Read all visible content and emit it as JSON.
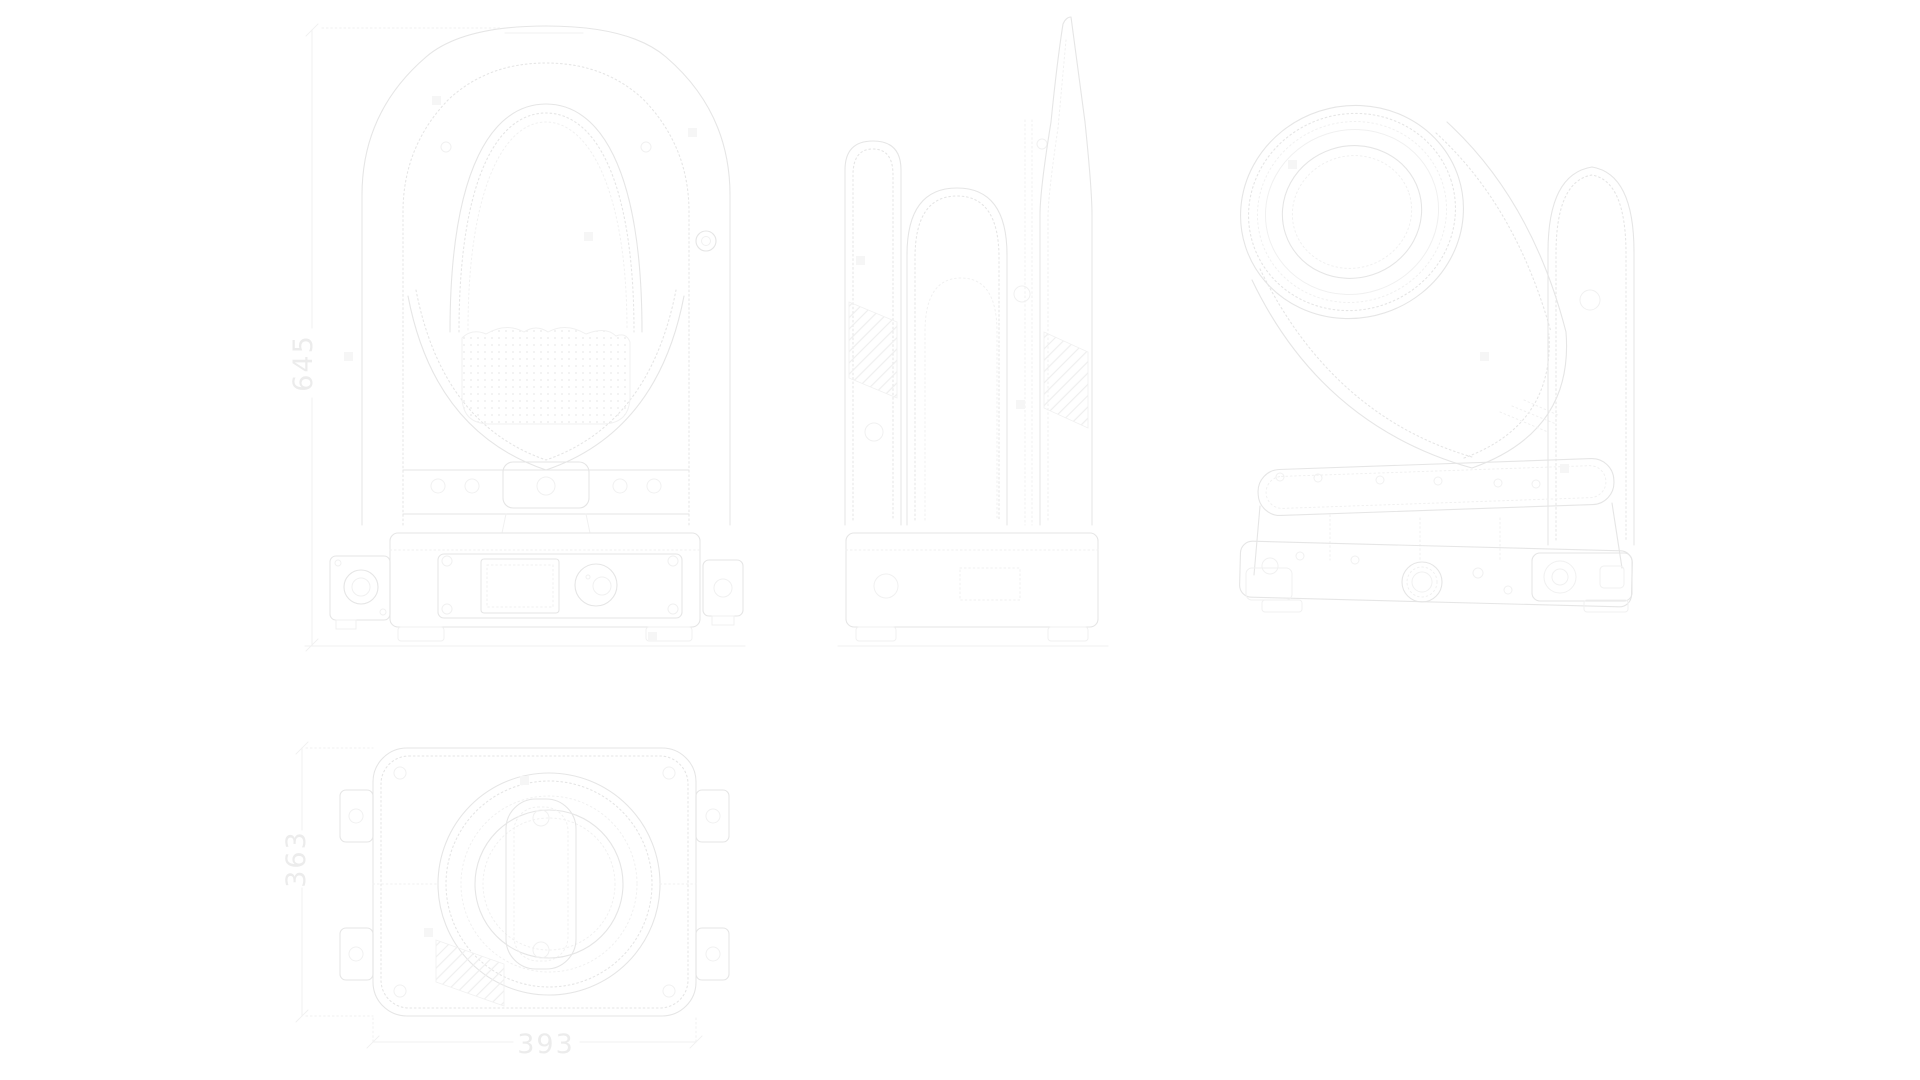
{
  "page": {
    "background": "#ffffff",
    "colors": {
      "line_primary": "#e6e6e6",
      "line_secondary": "#f1f1f1",
      "texture": "#f0f0f0",
      "dimension_text": "#ececec"
    }
  },
  "drawing": {
    "dimensions": {
      "height": "645",
      "depth": "363",
      "width": "393"
    }
  }
}
